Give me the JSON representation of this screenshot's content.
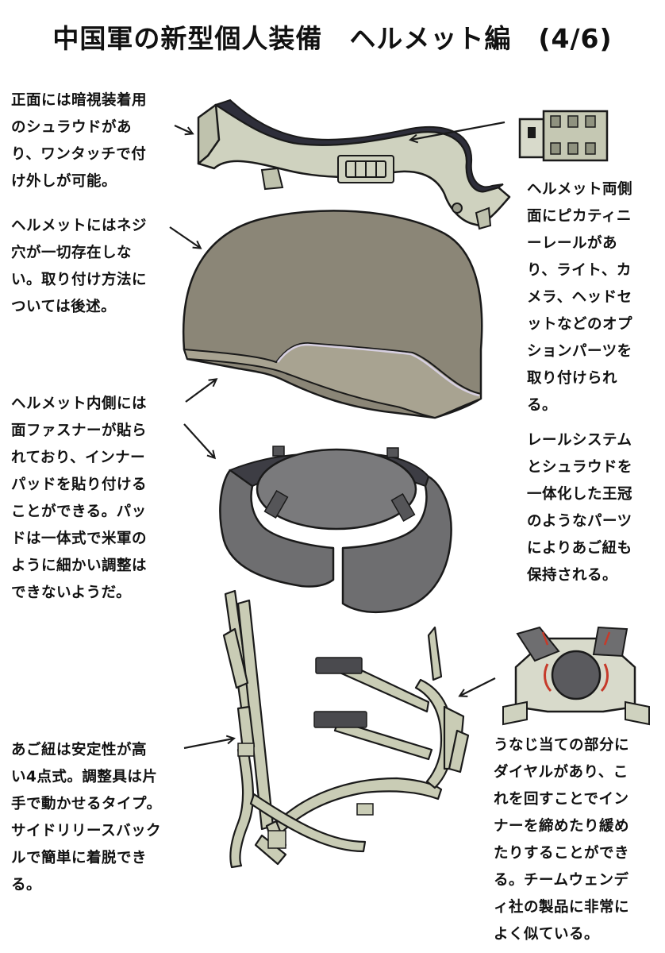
{
  "title": "中国軍の新型個人装備　ヘルメット編　(4/6)",
  "notes": {
    "shroud": "正面には暗視装着用\nのシュラウドがあ\nり、ワンタッチで付\nけ外しが可能。",
    "no_holes": "ヘルメットにはネジ\n穴が一切存在しな\nい。取り付け方法に\nついては後述。",
    "fastener": "ヘルメット内側には\n面ファスナーが貼ら\nれており、インナー\nパッドを貼り付ける\nことができる。パッ\nドは一体式で米軍の\nように細かい調整は\nできないようだ。",
    "chinstrap": "あご紐は安定性が高\nい4点式。調整具は片\n手で動かせるタイプ。\nサイドリリースバック\nルで簡単に着脱でき\nる。",
    "picatinny": "ヘルメット両側\n面にピカティニ\nーレールがあ\nり、ライト、カ\nメラ、ヘッドセ\nットなどのオプ\nションパーツを\n取り付けられ\nる。",
    "crown": "レールシステム\nとシュラウドを\n一体化した王冠\nのようなパーツ\nによりあご紐も\n保持される。",
    "dial": "うなじ当ての部分に\nダイヤルがあり、こ\nれを回すことでイン\nナーを締めたり緩め\nたりすることができ\nる。チームウェンデ\nィ社の製品に非常に\nよく似ている。"
  },
  "colors": {
    "rail": "#cfd2bf",
    "rail_dark": "#2e2e3a",
    "helmet": "#8b8677",
    "helmet_rim": "#a8a391",
    "pad": "#6e6e70",
    "pad_dark": "#3d3d44",
    "strap": "#c9ccb5",
    "outline": "#1a1a1a",
    "accent_red": "#c63a2a"
  }
}
